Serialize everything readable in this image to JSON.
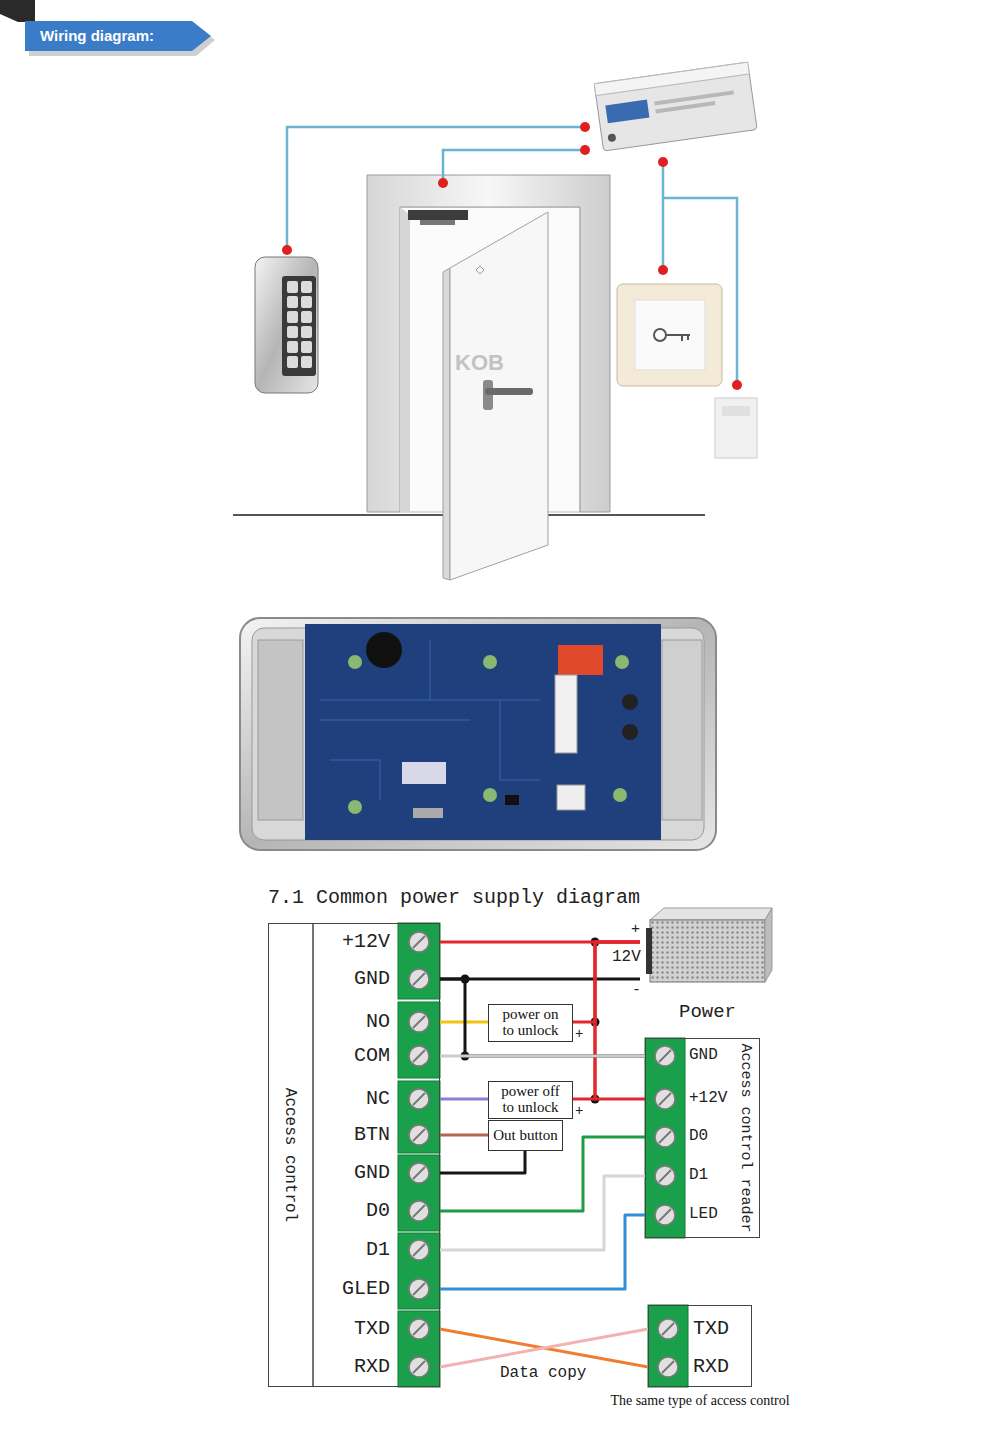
{
  "diagram": {
    "title": "Wiring diagram:",
    "nodes": [
      {
        "text": [
          "Access control"
        ]
      },
      {
        "text": [
          "+12V"
        ],
        "in": 0
      },
      {
        "text": [
          "GND"
        ],
        "in": 0
      },
      {
        "text": [
          "NO"
        ],
        "in": 0
      },
      {
        "text": [
          "COM"
        ],
        "in": 0
      },
      {
        "text": [
          "NC"
        ],
        "in": 0
      },
      {
        "text": [
          "BTN"
        ],
        "in": 0
      },
      {
        "text": [
          "GND"
        ],
        "in": 0
      },
      {
        "text": [
          "D0"
        ],
        "in": 0
      },
      {
        "text": [
          "D1"
        ],
        "in": 0
      },
      {
        "text": [
          "GLED"
        ],
        "in": 0
      },
      {
        "text": [
          "TXD"
        ],
        "in": 0
      },
      {
        "text": [
          "RXD"
        ],
        "in": 0
      },
      {
        "text": [
          "Power"
        ]
      },
      {
        "text": [
          "power on to unlock"
        ]
      },
      {
        "text": [
          "power off to unlock"
        ]
      },
      {
        "text": [
          "Out button"
        ]
      },
      {
        "text": [
          "Access control reader"
        ]
      },
      {
        "text": [
          "GND"
        ],
        "in": 17
      },
      {
        "text": [
          "+12V"
        ],
        "in": 17
      },
      {
        "text": [
          "D0"
        ],
        "in": 17
      },
      {
        "text": [
          "D1"
        ],
        "in": 17
      },
      {
        "text": [
          "LED"
        ],
        "in": 17
      },
      {
        "text": [
          "The same type of access control"
        ]
      },
      {
        "text": [
          "TXD"
        ],
        "in": 23
      },
      {
        "text": [
          "RXD"
        ],
        "in": 23
      }
    ],
    "edges": [
      {
        "from": 1,
        "to": 13,
        "arrow": "none"
      },
      {
        "from": 2,
        "to": 13,
        "arrow": "none"
      },
      {
        "from": 13,
        "to": 14,
        "arrow": "none"
      },
      {
        "from": 13,
        "to": 15,
        "arrow": "none"
      },
      {
        "from": 13,
        "to": 19,
        "arrow": "none"
      },
      {
        "from": 3,
        "to": 14,
        "arrow": "none"
      },
      {
        "from": 2,
        "to": 18,
        "arrow": "none"
      },
      {
        "from": 4,
        "to": 18,
        "arrow": "none"
      },
      {
        "from": 5,
        "to": 15,
        "arrow": "none"
      },
      {
        "from": 6,
        "to": 16,
        "arrow": "none"
      },
      {
        "from": 7,
        "to": 16,
        "arrow": "none"
      },
      {
        "from": 8,
        "to": 20,
        "arrow": "none"
      },
      {
        "from": 9,
        "to": 21,
        "arrow": "none"
      },
      {
        "from": 10,
        "to": 22,
        "arrow": "none"
      },
      {
        "from": 11,
        "to": 25,
        "arrow": "none"
      },
      {
        "from": 12,
        "to": 24,
        "arrow": "none"
      }
    ],
    "labels": [
      "7.1 Common power supply diagram",
      "+",
      "12V",
      "-",
      "+",
      "+",
      "Data copy",
      "KOB"
    ]
  }
}
